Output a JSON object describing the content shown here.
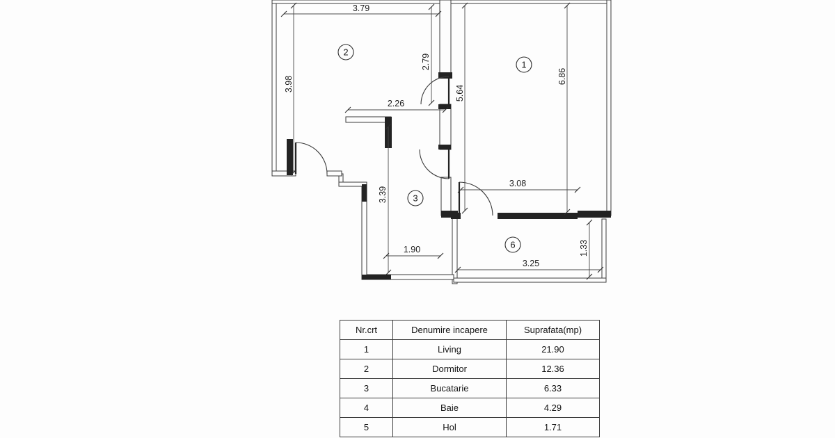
{
  "page": {
    "background": "#fdfdfd",
    "line_color": "#3a3a3a"
  },
  "floor_plan": {
    "room_labels": {
      "r1": "1",
      "r2": "2",
      "r3": "3",
      "r6": "6"
    },
    "dimensions": {
      "room2_top": "3.79",
      "room2_left": "3.98",
      "room2_right": "2.79",
      "hall_top": "2.26",
      "corridor_vertical": "5.64",
      "room1_right": "6.86",
      "room1_bottom_opening": "3.08",
      "room3_left": "3.39",
      "room3_bottom": "1.90",
      "room6_bottom": "3.25",
      "room6_right": "1.33"
    }
  },
  "table": {
    "headers": [
      "Nr.crt",
      "Denumire incapere",
      "Suprafata(mp)"
    ],
    "rows": [
      {
        "nr": "1",
        "name": "Living",
        "area": "21.90"
      },
      {
        "nr": "2",
        "name": "Dormitor",
        "area": "12.36"
      },
      {
        "nr": "3",
        "name": "Bucatarie",
        "area": "6.33"
      },
      {
        "nr": "4",
        "name": "Baie",
        "area": "4.29"
      },
      {
        "nr": "5",
        "name": "Hol",
        "area": "1.71"
      }
    ]
  }
}
